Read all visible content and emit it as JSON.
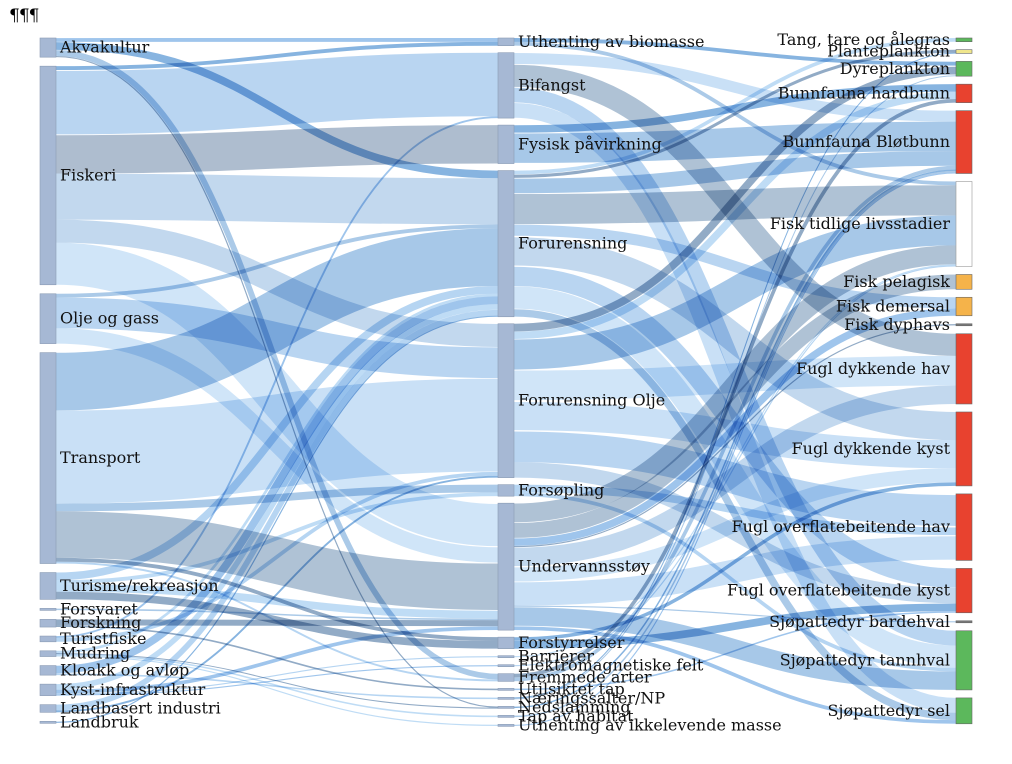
{
  "page_mark": "¶¶¶",
  "chart_data": {
    "type": "sankey",
    "columns": [
      {
        "nodes": [
          {
            "id": "akvakultur",
            "label": "Akvakultur",
            "value": 5,
            "color": "#a6b8d4"
          },
          {
            "id": "fiskeri",
            "label": "Fiskeri",
            "value": 57,
            "color": "#a6b8d4"
          },
          {
            "id": "olje",
            "label": "Olje og gass",
            "value": 13,
            "color": "#a6b8d4"
          },
          {
            "id": "transport",
            "label": "Transport",
            "value": 55,
            "color": "#a6b8d4"
          },
          {
            "id": "turisme",
            "label": "Turisme/rekreasjon",
            "value": 7,
            "color": "#a6b8d4"
          },
          {
            "id": "forsvaret",
            "label": "Forsvaret",
            "value": 0.4,
            "color": "#a6b8d4"
          },
          {
            "id": "forskning",
            "label": "Forskning",
            "value": 2,
            "color": "#a6b8d4"
          },
          {
            "id": "turistfiske",
            "label": "Turistfiske",
            "value": 1.5,
            "color": "#a6b8d4"
          },
          {
            "id": "mudring",
            "label": "Mudring",
            "value": 1.5,
            "color": "#a6b8d4"
          },
          {
            "id": "kloakk",
            "label": "Kloakk og avløp",
            "value": 2.5,
            "color": "#a6b8d4"
          },
          {
            "id": "kyst",
            "label": "Kyst-infrastruktur",
            "value": 3,
            "color": "#a6b8d4"
          },
          {
            "id": "landbasert",
            "label": "Landbasert industri",
            "value": 2,
            "color": "#a6b8d4"
          },
          {
            "id": "landbruk",
            "label": "Landbruk",
            "value": 0.3,
            "color": "#a6b8d4"
          }
        ]
      },
      {
        "nodes": [
          {
            "id": "uthenting",
            "label": "Uthenting av biomasse",
            "value": 2,
            "color": "#a6b8d4"
          },
          {
            "id": "bifangst",
            "label": "Bifangst",
            "value": 17,
            "color": "#a6b8d4"
          },
          {
            "id": "fysisk",
            "label": "Fysisk påvirkning",
            "value": 10,
            "color": "#a6b8d4"
          },
          {
            "id": "forurensning",
            "label": "Forurensning",
            "value": 38,
            "color": "#a6b8d4"
          },
          {
            "id": "forurolje",
            "label": "Forurensning Olje",
            "value": 40,
            "color": "#a6b8d4"
          },
          {
            "id": "forsopling",
            "label": "Forsøpling",
            "value": 3,
            "color": "#a6b8d4"
          },
          {
            "id": "undervann",
            "label": "Undervannsstøy",
            "value": 33,
            "color": "#a6b8d4"
          },
          {
            "id": "forstyrrelser",
            "label": "Forstyrrelser",
            "value": 3,
            "color": "#a6b8d4"
          },
          {
            "id": "barrierer",
            "label": "Barrierer",
            "value": 0.3,
            "color": "#a6b8d4"
          },
          {
            "id": "elektro",
            "label": "Elektromagnetiske felt",
            "value": 0.3,
            "color": "#a6b8d4"
          },
          {
            "id": "fremmede",
            "label": "Fremmede arter",
            "value": 2,
            "color": "#a6b8d4"
          },
          {
            "id": "utilsiktet",
            "label": "Utilsiktet tap",
            "value": 0.4,
            "color": "#a6b8d4"
          },
          {
            "id": "naering",
            "label": "Næringssalter/NP",
            "value": 0.4,
            "color": "#a6b8d4"
          },
          {
            "id": "nedslamming",
            "label": "Nedslamming",
            "value": 0.4,
            "color": "#a6b8d4"
          },
          {
            "id": "habitat",
            "label": "Tap av habitat",
            "value": 0.4,
            "color": "#a6b8d4"
          },
          {
            "id": "ikkelevende",
            "label": "Uthenting av ikkelevende masse",
            "value": 0.3,
            "color": "#a6b8d4"
          }
        ]
      },
      {
        "nodes": [
          {
            "id": "tang",
            "label": "Tang, tare og ålegras",
            "value": 1,
            "color": "#5cb85c"
          },
          {
            "id": "plante",
            "label": "Planteplankton",
            "value": 1,
            "color": "#f0e68c"
          },
          {
            "id": "dyre",
            "label": "Dyreplankton",
            "value": 4,
            "color": "#5cb85c"
          },
          {
            "id": "hardbunn",
            "label": "Bunnfauna hardbunn",
            "value": 5,
            "color": "#e8422f"
          },
          {
            "id": "blotbunn",
            "label": "Bunnfauna Bløtbunn",
            "value": 17,
            "color": "#e8422f"
          },
          {
            "id": "tidlige",
            "label": "Fisk tidlige livsstadier",
            "value": 23,
            "color": "#ffffff",
            "stroke": "#999999"
          },
          {
            "id": "pelagisk",
            "label": "Fisk pelagisk",
            "value": 4,
            "color": "#f5b34a"
          },
          {
            "id": "demersal",
            "label": "Fisk demersal",
            "value": 5,
            "color": "#f5b34a"
          },
          {
            "id": "dyphavs",
            "label": "Fisk dyphavs",
            "value": 0.3,
            "color": "#777777"
          },
          {
            "id": "fugldykhav",
            "label": "Fugl dykkende hav",
            "value": 19,
            "color": "#e8422f"
          },
          {
            "id": "fugldykkyst",
            "label": "Fugl dykkende kyst",
            "value": 20,
            "color": "#e8422f"
          },
          {
            "id": "fugloverhav",
            "label": "Fugl overflatebeitende hav",
            "value": 18,
            "color": "#e8422f"
          },
          {
            "id": "fugloverkyst",
            "label": "Fugl overflatebeitende kyst",
            "value": 12,
            "color": "#e8422f"
          },
          {
            "id": "bardehval",
            "label": "Sjøpattedyr bardehval",
            "value": 0.3,
            "color": "#777777"
          },
          {
            "id": "tannhval",
            "label": "Sjøpattedyr tannhval",
            "value": 16,
            "color": "#5cb85c"
          },
          {
            "id": "sel",
            "label": "Sjøpattedyr sel",
            "value": 7,
            "color": "#5cb85c"
          }
        ]
      }
    ],
    "links": [
      {
        "source": "akvakultur",
        "target": "forurensning",
        "value": 2
      },
      {
        "source": "akvakultur",
        "target": "fremmede",
        "value": 1.5
      },
      {
        "source": "akvakultur",
        "target": "uthenting",
        "value": 1
      },
      {
        "source": "akvakultur",
        "target": "nedslamming",
        "value": 0.3
      },
      {
        "source": "fiskeri",
        "target": "bifangst",
        "value": 17
      },
      {
        "source": "fiskeri",
        "target": "fysisk",
        "value": 10
      },
      {
        "source": "fiskeri",
        "target": "forurensning",
        "value": 12
      },
      {
        "source": "fiskeri",
        "target": "undervann",
        "value": 11
      },
      {
        "source": "fiskeri",
        "target": "forurolje",
        "value": 6
      },
      {
        "source": "fiskeri",
        "target": "uthenting",
        "value": 1
      },
      {
        "source": "olje",
        "target": "forurolje",
        "value": 8
      },
      {
        "source": "olje",
        "target": "undervann",
        "value": 4
      },
      {
        "source": "olje",
        "target": "forurensning",
        "value": 1
      },
      {
        "source": "transport",
        "target": "forurolje",
        "value": 24
      },
      {
        "source": "transport",
        "target": "forurensning",
        "value": 15
      },
      {
        "source": "transport",
        "target": "undervann",
        "value": 12
      },
      {
        "source": "transport",
        "target": "forsopling",
        "value": 2
      },
      {
        "source": "transport",
        "target": "fremmede",
        "value": 0.5
      },
      {
        "source": "transport",
        "target": "forstyrrelser",
        "value": 1
      },
      {
        "source": "turisme",
        "target": "forstyrrelser",
        "value": 2
      },
      {
        "source": "turisme",
        "target": "forsopling",
        "value": 1
      },
      {
        "source": "turisme",
        "target": "undervann",
        "value": 2
      },
      {
        "source": "turisme",
        "target": "forurensning",
        "value": 2
      },
      {
        "source": "forsvaret",
        "target": "undervann",
        "value": 0.4
      },
      {
        "source": "forskning",
        "target": "undervann",
        "value": 1.5
      },
      {
        "source": "forskning",
        "target": "utilsiktet",
        "value": 0.4
      },
      {
        "source": "turistfiske",
        "target": "forurolje",
        "value": 1
      },
      {
        "source": "turistfiske",
        "target": "bifangst",
        "value": 0.5
      },
      {
        "source": "mudring",
        "target": "nedslamming",
        "value": 0.1
      },
      {
        "source": "mudring",
        "target": "habitat",
        "value": 0.4
      },
      {
        "source": "mudring",
        "target": "ikkelevende",
        "value": 0.3
      },
      {
        "source": "mudring",
        "target": "forurensning",
        "value": 0.7
      },
      {
        "source": "kloakk",
        "target": "forurensning",
        "value": 2
      },
      {
        "source": "kloakk",
        "target": "naering",
        "value": 0.4
      },
      {
        "source": "kyst",
        "target": "barrierer",
        "value": 0.3
      },
      {
        "source": "kyst",
        "target": "elektro",
        "value": 0.3
      },
      {
        "source": "kyst",
        "target": "forurensning",
        "value": 1.5
      },
      {
        "source": "kyst",
        "target": "undervann",
        "value": 1
      },
      {
        "source": "landbasert",
        "target": "forurensning",
        "value": 1.5
      },
      {
        "source": "landbasert",
        "target": "forurolje",
        "value": 0.5
      },
      {
        "source": "landbruk",
        "target": "forurensning",
        "value": 0.3
      },
      {
        "source": "uthenting",
        "target": "dyre",
        "value": 1
      },
      {
        "source": "uthenting",
        "target": "tidlige",
        "value": 1
      },
      {
        "source": "bifangst",
        "target": "fugldykhav",
        "value": 6
      },
      {
        "source": "bifangst",
        "target": "sel",
        "value": 4
      },
      {
        "source": "bifangst",
        "target": "tannhval",
        "value": 4
      },
      {
        "source": "bifangst",
        "target": "blotbunn",
        "value": 3
      },
      {
        "source": "fysisk",
        "target": "blotbunn",
        "value": 8
      },
      {
        "source": "fysisk",
        "target": "hardbunn",
        "value": 2
      },
      {
        "source": "forurensning",
        "target": "fugldykkyst",
        "value": 8
      },
      {
        "source": "forurensning",
        "target": "fugloverkyst",
        "value": 5
      },
      {
        "source": "forurensning",
        "target": "tannhval",
        "value": 6
      },
      {
        "source": "forurensning",
        "target": "tidlige",
        "value": 8
      },
      {
        "source": "forurensning",
        "target": "blotbunn",
        "value": 4
      },
      {
        "source": "forurensning",
        "target": "demersal",
        "value": 3
      },
      {
        "source": "forurensning",
        "target": "plante",
        "value": 1
      },
      {
        "source": "forurensning",
        "target": "tang",
        "value": 1
      },
      {
        "source": "forurensning",
        "target": "sel",
        "value": 2
      },
      {
        "source": "forurolje",
        "target": "fugldykhav",
        "value": 8
      },
      {
        "source": "forurolje",
        "target": "fugldykkyst",
        "value": 8
      },
      {
        "source": "forurolje",
        "target": "fugloverhav",
        "value": 8
      },
      {
        "source": "forurolje",
        "target": "tidlige",
        "value": 8
      },
      {
        "source": "forurolje",
        "target": "fugloverkyst",
        "value": 4
      },
      {
        "source": "forurolje",
        "target": "dyre",
        "value": 2
      },
      {
        "source": "forurolje",
        "target": "hardbunn",
        "value": 2
      },
      {
        "source": "forsopling",
        "target": "fugloverhav",
        "value": 2
      },
      {
        "source": "forsopling",
        "target": "tannhval",
        "value": 1
      },
      {
        "source": "undervann",
        "target": "tannhval",
        "value": 5
      },
      {
        "source": "undervann",
        "target": "fugloverhav",
        "value": 6
      },
      {
        "source": "undervann",
        "target": "fugldykhav",
        "value": 5
      },
      {
        "source": "undervann",
        "target": "tidlige",
        "value": 5
      },
      {
        "source": "undervann",
        "target": "pelagisk",
        "value": 4
      },
      {
        "source": "undervann",
        "target": "demersal",
        "value": 2
      },
      {
        "source": "undervann",
        "target": "sel",
        "value": 1
      },
      {
        "source": "undervann",
        "target": "bardehval",
        "value": 0.3
      },
      {
        "source": "undervann",
        "target": "dyphavs",
        "value": 0.3
      },
      {
        "source": "undervann",
        "target": "fugldykkyst",
        "value": 4
      },
      {
        "source": "forstyrrelser",
        "target": "fugloverkyst",
        "value": 2
      },
      {
        "source": "forstyrrelser",
        "target": "fugldykkyst",
        "value": 1
      },
      {
        "source": "barrierer",
        "target": "tidlige",
        "value": 0.3
      },
      {
        "source": "elektro",
        "target": "tidlige",
        "value": 0.3
      },
      {
        "source": "fremmede",
        "target": "blotbunn",
        "value": 1
      },
      {
        "source": "fremmede",
        "target": "hardbunn",
        "value": 1
      },
      {
        "source": "utilsiktet",
        "target": "fugloverkyst",
        "value": 0.4
      },
      {
        "source": "naering",
        "target": "plante",
        "value": 0.2
      },
      {
        "source": "naering",
        "target": "dyre",
        "value": 0.2
      },
      {
        "source": "nedslamming",
        "target": "blotbunn",
        "value": 0.4
      },
      {
        "source": "habitat",
        "target": "blotbunn",
        "value": 0.4
      },
      {
        "source": "ikkelevende",
        "target": "blotbunn",
        "value": 0.3
      }
    ]
  }
}
